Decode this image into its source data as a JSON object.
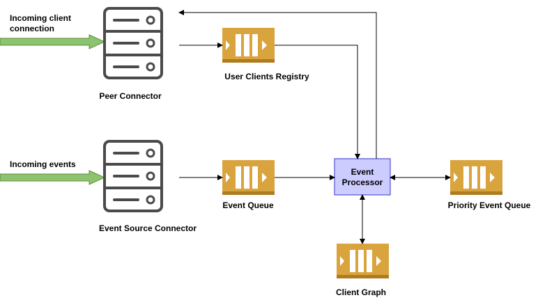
{
  "diagram": {
    "inputs": {
      "client_connection_line1": "Incoming client",
      "client_connection_line2": "connection",
      "events": "Incoming events"
    },
    "servers": {
      "peer_connector": "Peer Connector",
      "event_source_connector": "Event Source Connector"
    },
    "queues": {
      "user_clients_registry": "User Clients Registry",
      "event_queue": "Event Queue",
      "priority_event_queue": "Priority Event Queue",
      "client_graph": "Client Graph"
    },
    "processor": {
      "line1": "Event",
      "line2": "Processor"
    },
    "icons": {
      "server": "server-rack-icon",
      "queue": "message-queue-icon",
      "input_arrow": "green-arrow-icon"
    },
    "colors": {
      "server_stroke": "#4a4a4a",
      "queue_fill": "#d9a43d",
      "queue_dark": "#b07a1f",
      "processor_fill": "#ccccff",
      "processor_stroke": "#3333cc",
      "arrow_fill": "#8dc26f",
      "arrow_stroke": "#5a8f3c",
      "connector": "#000000"
    }
  }
}
